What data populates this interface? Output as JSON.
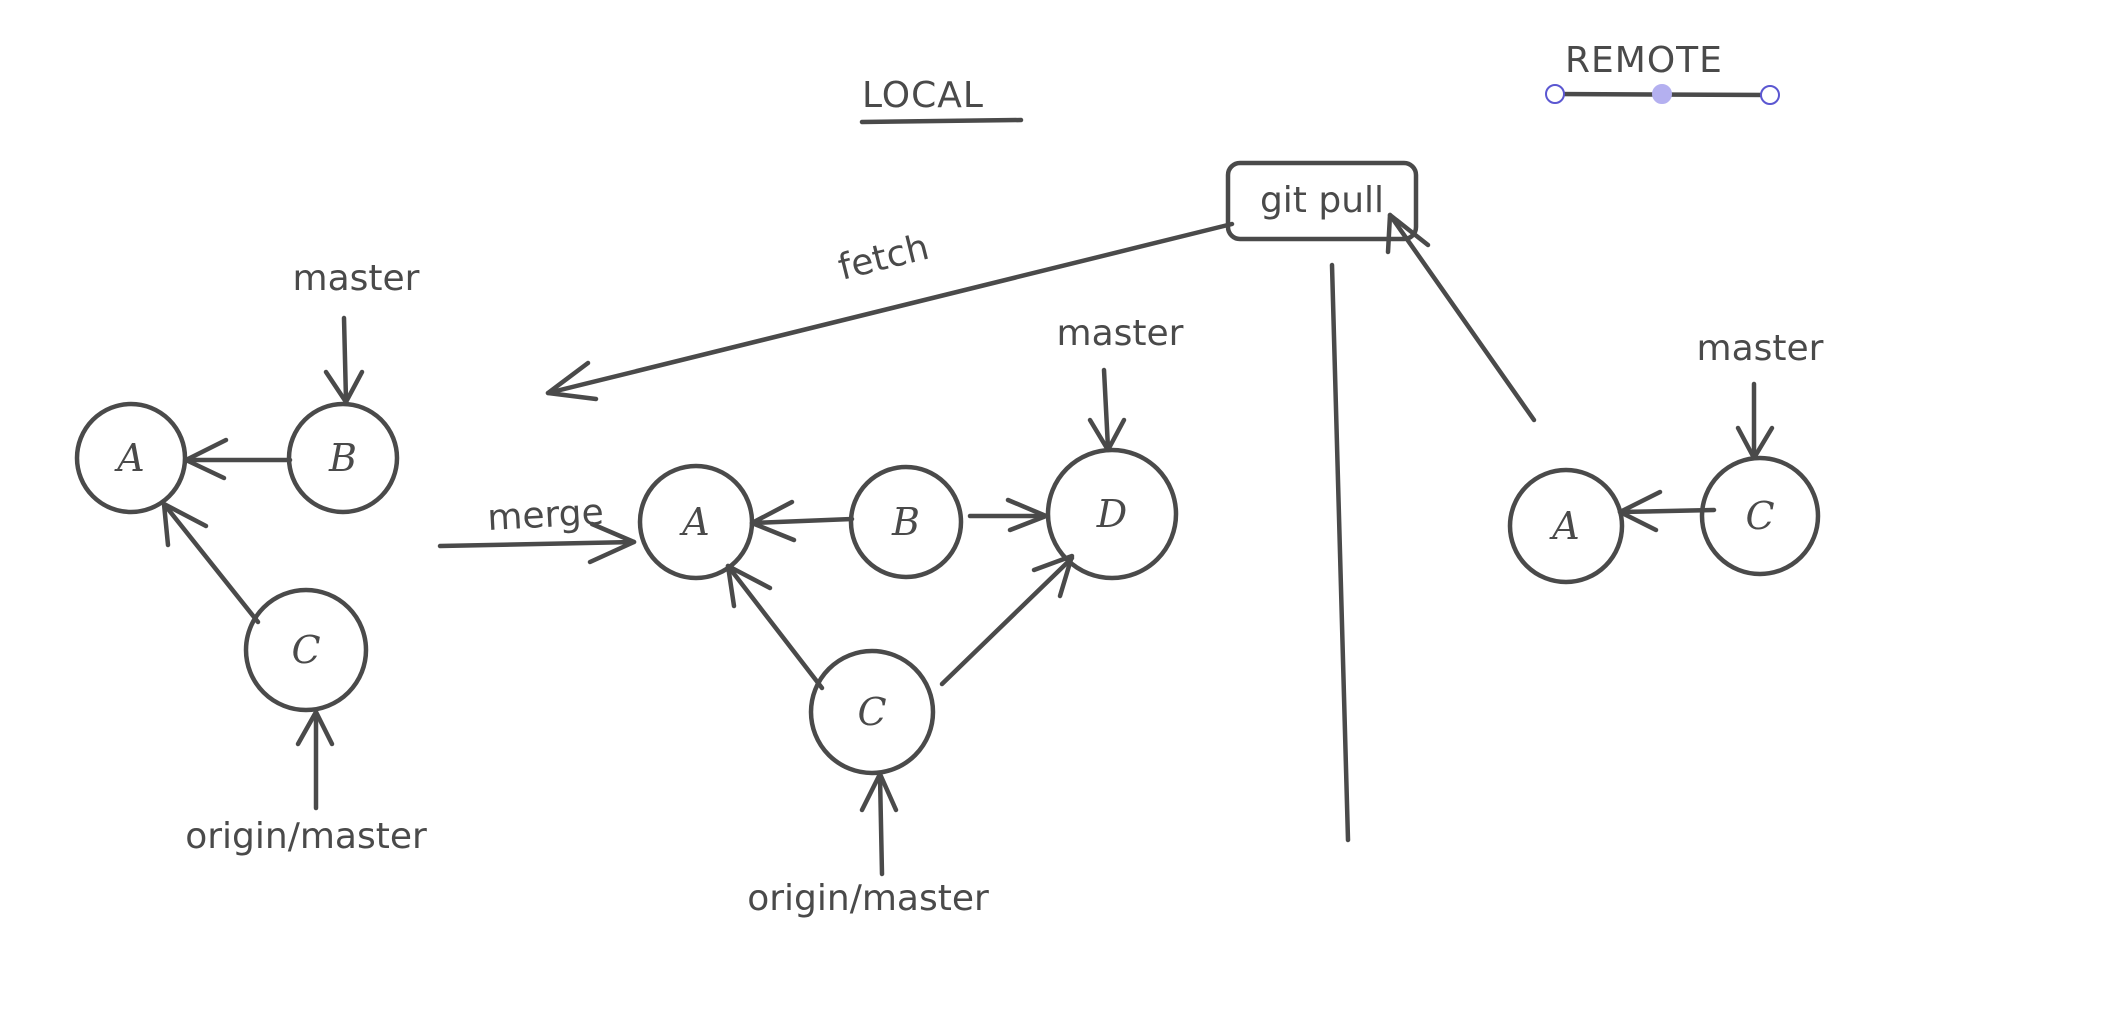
{
  "titles": {
    "local": "LOCAL",
    "remote": "REMOTE"
  },
  "command": {
    "label": "git pull"
  },
  "edge_labels": {
    "fetch": "fetch",
    "merge": "merge"
  },
  "refs": {
    "master": "master",
    "origin_master": "origin/master"
  },
  "local_before": {
    "nodes": [
      "A",
      "B",
      "C"
    ],
    "master_label": "master",
    "origin_label": "origin/master"
  },
  "local_after": {
    "nodes": [
      "A",
      "B",
      "C",
      "D"
    ],
    "master_label": "master",
    "origin_label": "origin/master"
  },
  "remote_repo": {
    "nodes": [
      "A",
      "C"
    ],
    "master_label": "master"
  },
  "colors": {
    "ink": "#4a4a4a",
    "selection": "#5b57d1",
    "selection_fill": "#b4b0f0",
    "background": "#ffffff"
  }
}
